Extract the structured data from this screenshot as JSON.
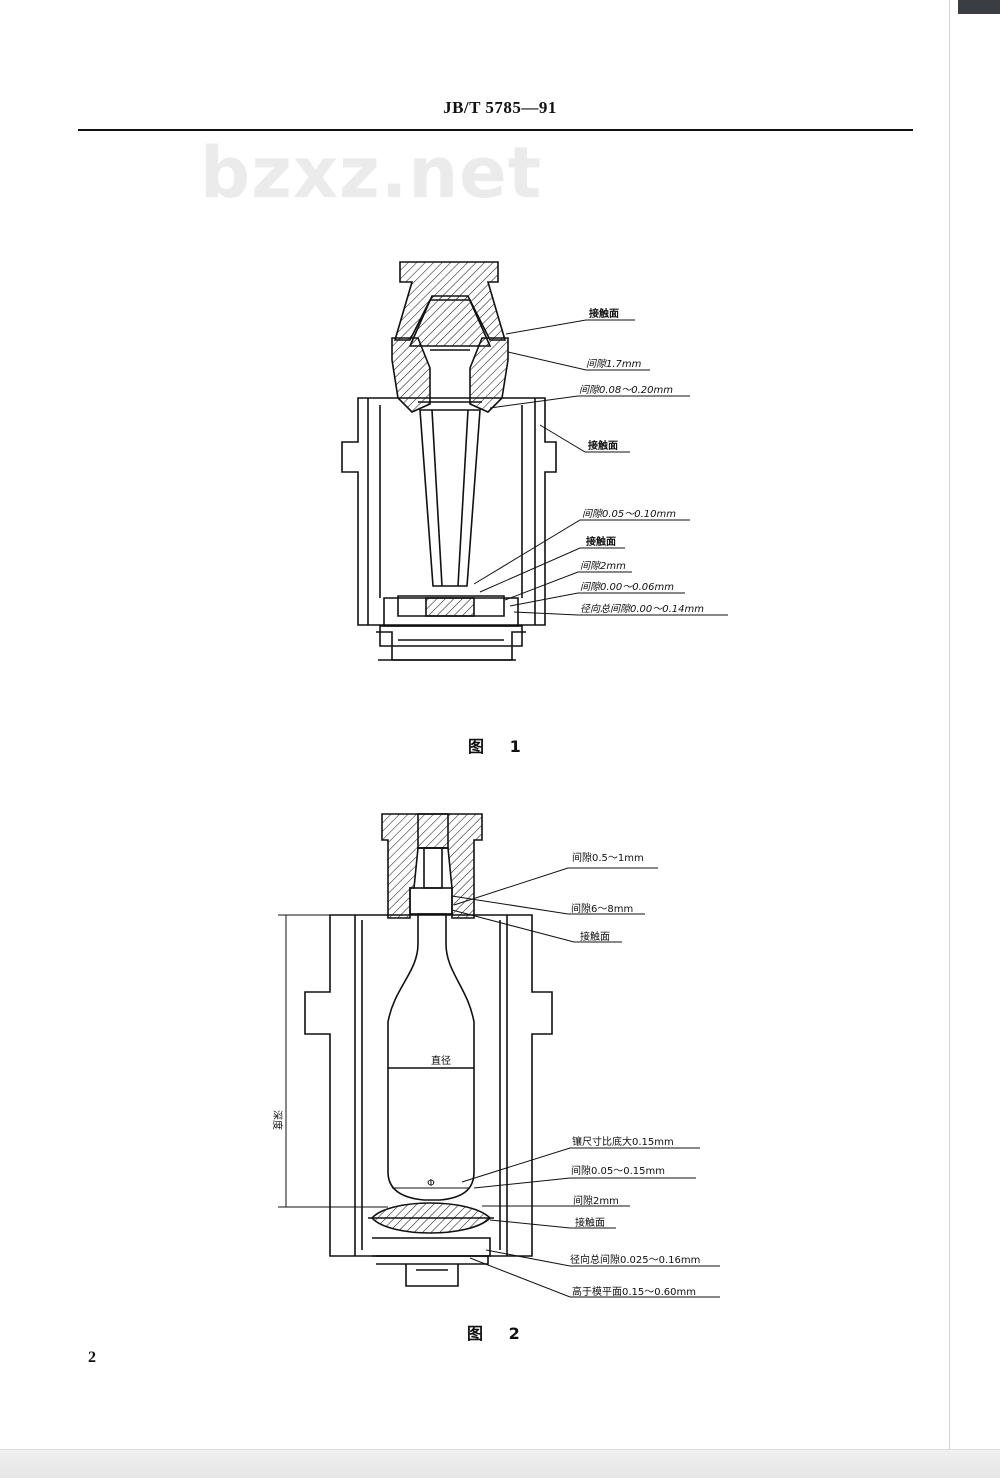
{
  "header": {
    "code": "JB/T 5785—91"
  },
  "watermark": {
    "text": "bzxz.net"
  },
  "figure1": {
    "caption": "图 1",
    "callouts": [
      "接触面",
      "间隙1.7mm",
      "间隙0.08～0.20mm",
      "接触面",
      "间隙0.05～0.10mm",
      "接触面",
      "间隙2mm",
      "间隙0.00～0.06mm",
      "径向总间隙0.00～0.14mm"
    ]
  },
  "figure2": {
    "caption": "图 2",
    "callouts": [
      "间隙0.5～1mm",
      "间隙6～8mm",
      "接触面",
      "镶尺寸比底大0.15mm",
      "间隙0.05～0.15mm",
      "间隙2mm",
      "接触面",
      "径向总间隙0.025～0.16mm",
      "高于模平面0.15～0.60mm"
    ],
    "labels": {
      "depth": "深度",
      "diameter": "直径",
      "phi": "Φ"
    }
  },
  "page": {
    "number": "2"
  }
}
